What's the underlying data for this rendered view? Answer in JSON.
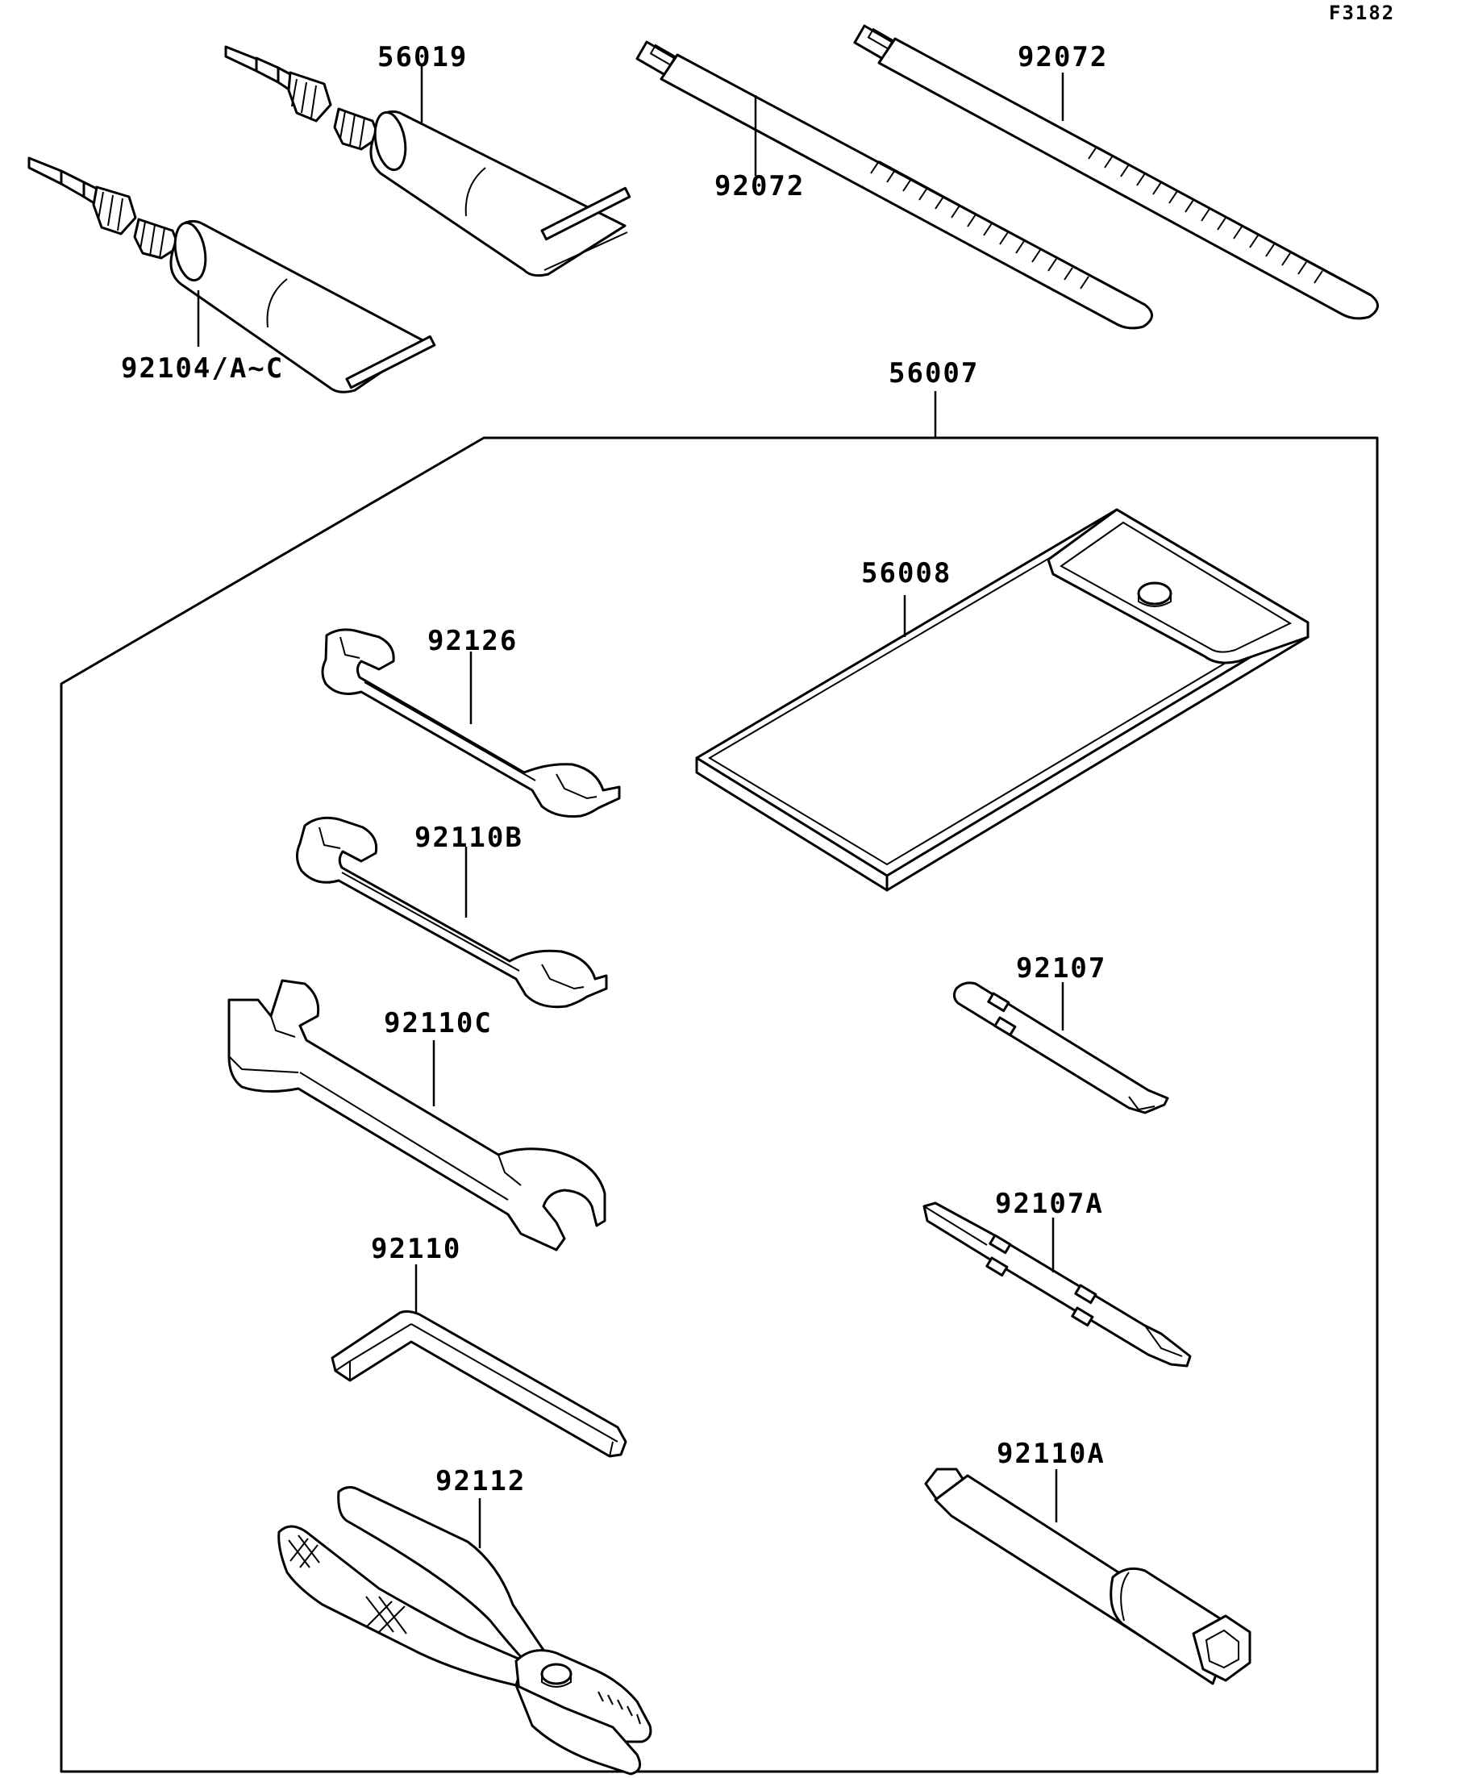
{
  "figure_code": "F3182",
  "parts": {
    "p56019": "56019",
    "p92104": "92104/A~C",
    "p92072_a": "92072",
    "p92072_b": "92072",
    "p56007": "56007",
    "p56008": "56008",
    "p92126": "92126",
    "p92110B": "92110B",
    "p92110C": "92110C",
    "p92110": "92110",
    "p92112": "92112",
    "p92107": "92107",
    "p92107A": "92107A",
    "p92110A": "92110A"
  }
}
